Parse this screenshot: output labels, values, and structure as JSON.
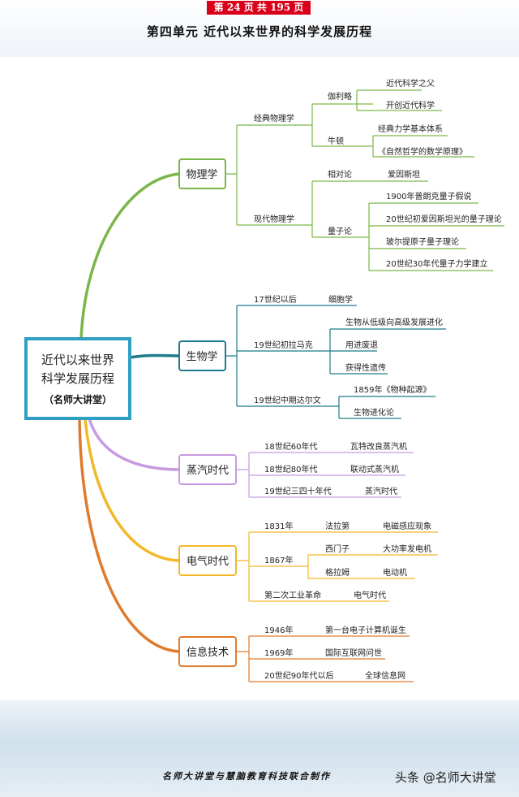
{
  "header": {
    "page_indicator": "第 24 页 共 195 页",
    "unit_title": "第四单元    近代以来世界的科学发展历程"
  },
  "center": {
    "title_line1": "近代以来世界",
    "title_line2": "科学发展历程",
    "subtitle": "（名师大讲堂）",
    "color": "#2fa0c4"
  },
  "branches": {
    "physics": {
      "label": "物理学",
      "color": "#7ab648",
      "classical": {
        "label": "经典物理学",
        "galileo": {
          "name": "伽利略",
          "items": [
            "近代科学之父",
            "开创近代科学"
          ]
        },
        "newton": {
          "name": "牛顿",
          "items": [
            "经典力学基本体系",
            "《自然哲学的数学原理》"
          ]
        }
      },
      "modern": {
        "label": "现代物理学",
        "relativity": {
          "name": "相对论",
          "person": "爱因斯坦"
        },
        "quantum": {
          "name": "量子论",
          "items": [
            "1900年普朗克量子假说",
            "20世纪初爱因斯坦光的量子理论",
            "玻尔提原子量子理论",
            "20世纪30年代量子力学建立"
          ]
        }
      }
    },
    "biology": {
      "label": "生物学",
      "color": "#1f7a8c",
      "c17": {
        "era": "17世纪以后",
        "item": "细胞学"
      },
      "lamarck": {
        "era": "19世纪初拉马克",
        "items": [
          "生物从低级向高级发展进化",
          "用进废退",
          "获得性遗传"
        ]
      },
      "darwin": {
        "era": "19世纪中期达尔文",
        "items": [
          "1859年《物种起源》",
          "生物进化论"
        ]
      }
    },
    "steam": {
      "label": "蒸汽时代",
      "color": "#c89ae0",
      "rows": [
        {
          "era": "18世纪60年代",
          "item": "瓦特改良蒸汽机"
        },
        {
          "era": "18世纪80年代",
          "item": "联动式蒸汽机"
        },
        {
          "era": "19世纪三四十年代",
          "item": "蒸汽时代"
        }
      ]
    },
    "electric": {
      "label": "电气时代",
      "color": "#f2b82a",
      "y1831": {
        "year": "1831年",
        "person": "法拉第",
        "item": "电磁感应现象"
      },
      "y1867": {
        "year": "1867年",
        "people": [
          {
            "person": "西门子",
            "item": "大功率发电机"
          },
          {
            "person": "格拉姆",
            "item": "电动机"
          }
        ]
      },
      "second": {
        "era": "第二次工业革命",
        "item": "电气时代"
      }
    },
    "info": {
      "label": "信息技术",
      "color": "#e07a2c",
      "rows": [
        {
          "era": "1946年",
          "item": "第一台电子计算机诞生"
        },
        {
          "era": "1969年",
          "item": "国际互联网问世"
        },
        {
          "era": "20世纪90年代以后",
          "item": "全球信息网"
        }
      ]
    }
  },
  "footer": {
    "credit": "名师大讲堂与慧脑教育科技联合制作",
    "watermark": "头条 @名师大讲堂"
  }
}
